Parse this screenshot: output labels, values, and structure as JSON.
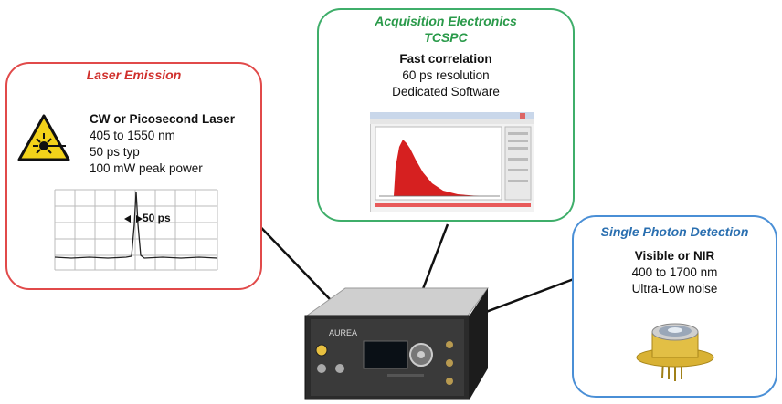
{
  "laser": {
    "title": "Laser Emission",
    "heading": "CW or Picosecond Laser",
    "line1": "405 to 1550 nm",
    "line2": "50 ps typ",
    "line3": "100 mW peak power",
    "pulse_label": "50 ps"
  },
  "acquisition": {
    "title1": "Acquisition Electronics",
    "title2": "TCSPC",
    "heading": "Fast correlation",
    "line1": "60 ps resolution",
    "line2": "Dedicated Software"
  },
  "detection": {
    "title": "Single Photon Detection",
    "heading": "Visible or NIR",
    "line1": "400 to 1700 nm",
    "line2": "Ultra-Low noise"
  },
  "device": {
    "brand": "AUREA"
  },
  "colors": {
    "laser_border": "#e14a4a",
    "acq_border": "#3fae6a",
    "det_border": "#4a8fd6"
  },
  "icons": [
    "laser-warning-icon",
    "photodiode-icon"
  ]
}
